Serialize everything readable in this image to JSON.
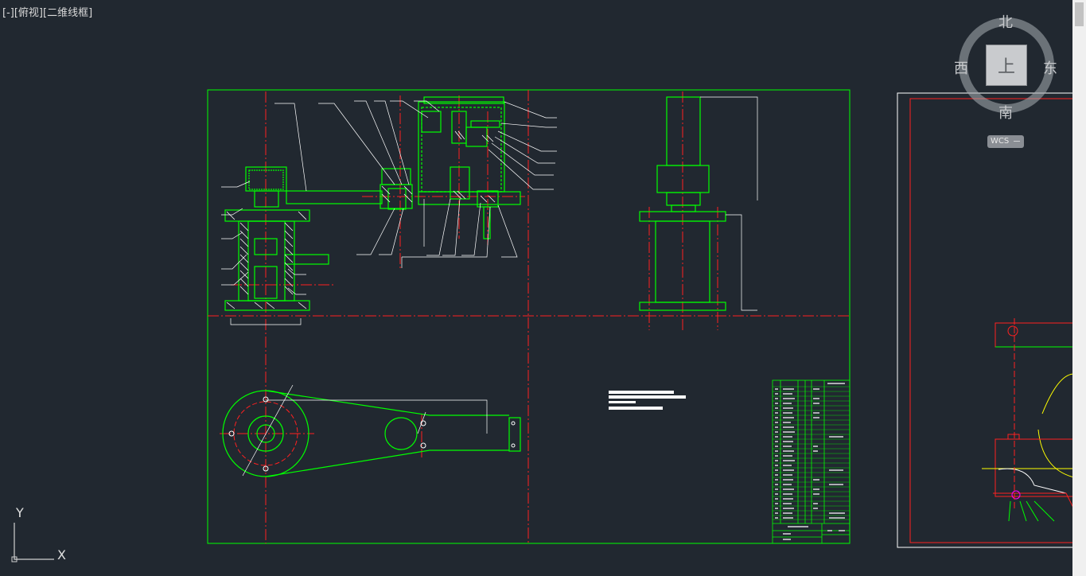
{
  "viewport": {
    "controls": {
      "minus": "[-]",
      "view": "[俯视]",
      "style": "[二维线框]"
    }
  },
  "viewcube": {
    "north": "北",
    "south": "南",
    "west": "西",
    "east": "东",
    "face": "上",
    "wcs_label": "WCS"
  },
  "ucs": {
    "x_label": "X",
    "y_label": "Y"
  },
  "colors": {
    "background": "#212830",
    "frame": "#00ff00",
    "centerline": "#ff2020",
    "leader": "#ffffff",
    "highlight": "#ffff00"
  }
}
